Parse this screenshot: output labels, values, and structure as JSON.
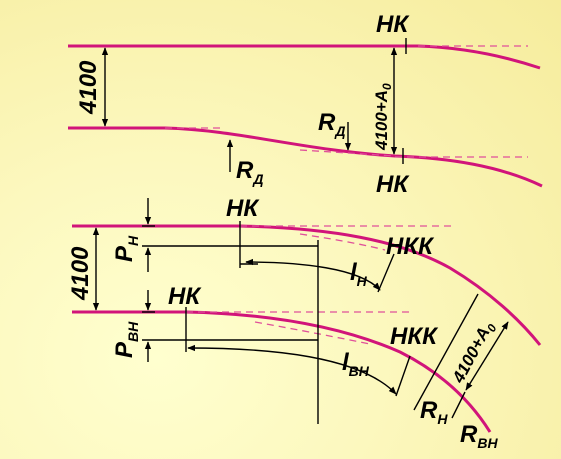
{
  "labels": {
    "nk_top": "НК",
    "nk_mid": "НК",
    "nk_lower_a": "НК",
    "nk_lower_b": "НК",
    "nkk_a": "НКК",
    "nkk_b": "НКК",
    "dim_4100_top": "4100",
    "dim_4100_bottom": "4100",
    "dim_4100_a0_top": "4100+А",
    "dim_4100_a0_top_sub": "0",
    "dim_4100_a0_bottom": "4100+А",
    "dim_4100_a0_bottom_sub": "0",
    "r_d_upper": "R",
    "r_d_upper_sub": "Д",
    "r_d_lower": "R",
    "r_d_lower_sub": "Д",
    "p_n": "P",
    "p_n_sub": "Н",
    "p_vn": "P",
    "p_vn_sub": "ВН",
    "l_n": "l",
    "l_n_sub": "Н",
    "l_vn": "l",
    "l_vn_sub": "ВН",
    "r_n": "R",
    "r_n_sub": "Н",
    "r_vn": "R",
    "r_vn_sub": "ВН"
  },
  "colors": {
    "track": "#d1147a",
    "tangent_dash": "#e0509a",
    "ink": "#000000"
  }
}
